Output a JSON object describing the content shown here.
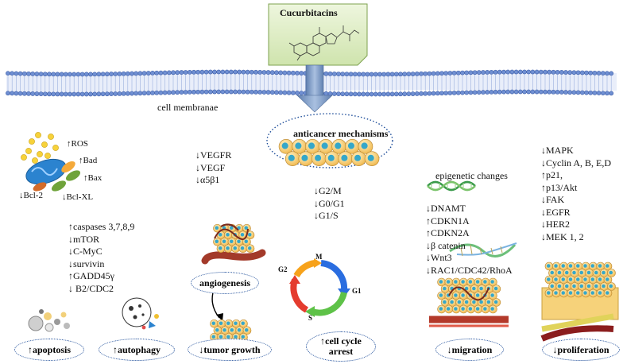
{
  "title": "Cucurbitacins",
  "membrane_label": "cell membranae",
  "center_label": "anticancer mechanisms",
  "epigenetic_label": "epigenetic changes",
  "mito_labels": {
    "ros": "↑ROS",
    "bad": "↑Bad",
    "bax": "↑Bax",
    "bcl2": "↓Bcl-2",
    "bclxl": "↓Bcl-XL"
  },
  "apoptosis_list": [
    "↑caspases 3,7,8,9",
    "↓mTOR",
    "↓C-MyC",
    "↓survivin",
    "↑GADD45γ",
    "↓ B2/CDC2"
  ],
  "angio_list": [
    "↓VEGFR",
    "↓VEGF",
    "↓α5β1"
  ],
  "cycle_list": [
    "↓G2/M",
    "↓G0/G1",
    "↓G1/S"
  ],
  "cycle_phases": {
    "m": "M",
    "g1": "G1",
    "s": "S",
    "g2": "G2"
  },
  "migration_list": [
    "↓DNAMT",
    "↑CDKN1A",
    "↑CDKN2A",
    "↓β catenin",
    "↓Wnt3",
    "↓RAC1/CDC42/RhoA"
  ],
  "prolif_list": [
    "↓MAPK",
    "↓Cyclin A, B, E,D",
    "↑p21,",
    "↑p13/Akt",
    "↓FAK",
    "↓EGFR",
    "↓HER2",
    "↓MEK 1, 2"
  ],
  "outcomes": {
    "apoptosis": "↑apoptosis",
    "autophagy": "↑autophagy",
    "tumor_growth": "↓tumor growth",
    "angiogenesis": "angiogenesis",
    "cell_cycle_arrest_1": "↑cell cycle",
    "cell_cycle_arrest_2": "arrest",
    "migration": "↓migration",
    "proliferation": "↓proliferation"
  },
  "colors": {
    "title_box": "#dfeec6",
    "membrane": "#6f8fd2",
    "arrow": "#7d9ac4",
    "oval_border": "#1f4e9a"
  }
}
